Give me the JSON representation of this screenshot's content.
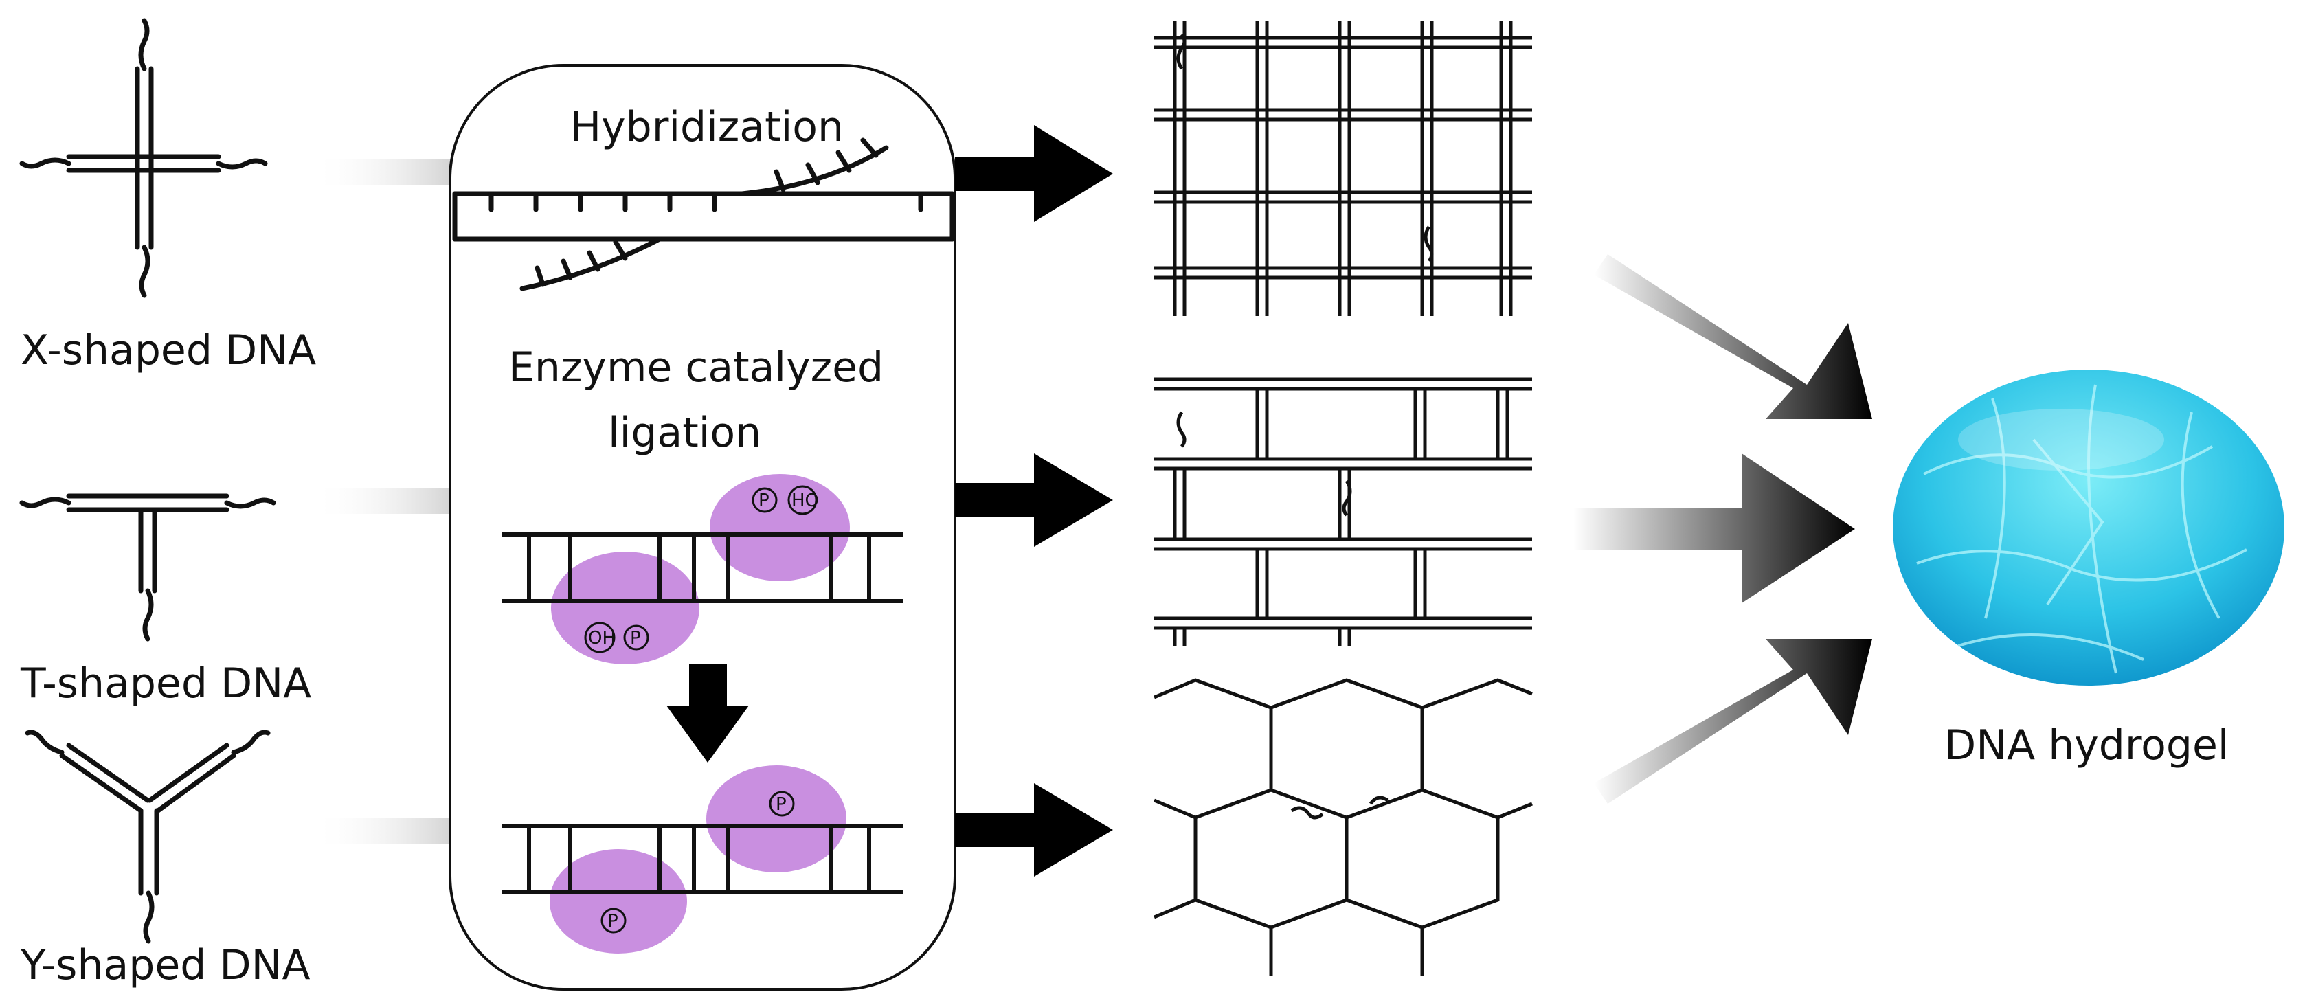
{
  "labels": {
    "x_shaped": "X-shaped DNA",
    "t_shaped": "T-shaped DNA",
    "y_shaped": "Y-shaped DNA",
    "hybridization": "Hybridization",
    "enzyme_line1": "Enzyme catalyzed",
    "enzyme_line2": "ligation",
    "hydrogel": "DNA hydrogel"
  },
  "ligation_marks": {
    "phosphate": "P",
    "hydroxyl_top": "HO",
    "hydroxyl_bottom": "OH"
  },
  "colors": {
    "enzyme": "#c98fe0",
    "arrow": "#000000",
    "hydrogel_light": "#5fe3f2",
    "hydrogel_dark": "#0aa6d8"
  }
}
